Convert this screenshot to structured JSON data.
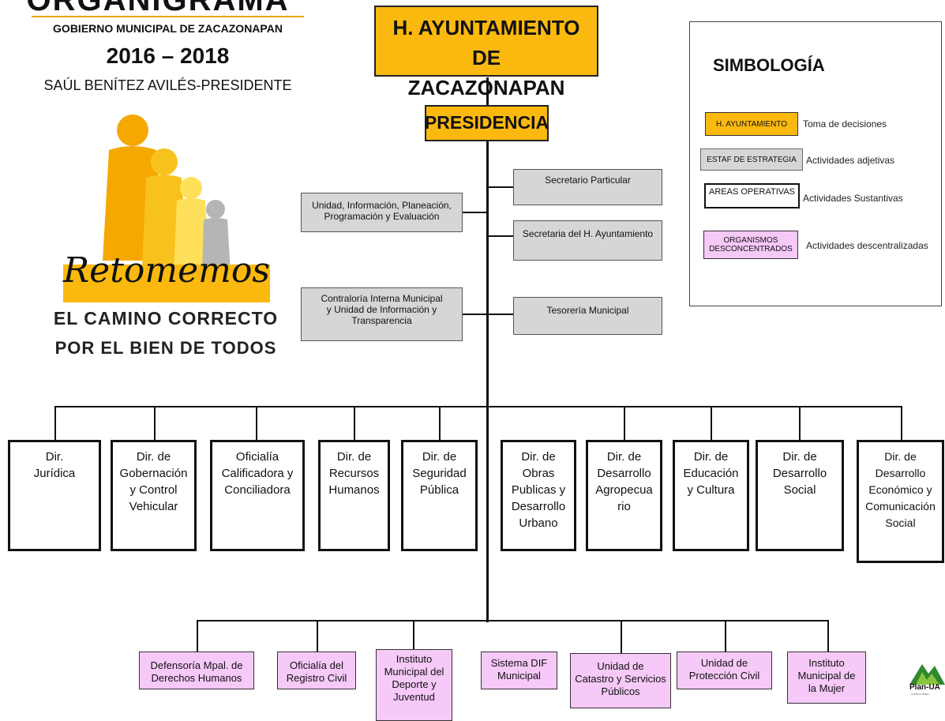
{
  "header": {
    "title": "ORGANIGRAMA",
    "subtitle": "GOBIERNO MUNICIPAL DE ZACAZONAPAN",
    "years": "2016 – 2018",
    "president": "SAÚL BENÍTEZ AVILÉS-PRESIDENTE"
  },
  "logo": {
    "script_text": "Retomemos",
    "line1": "EL CAMINO CORRECTO",
    "line2": "POR EL BIEN DE TODOS"
  },
  "top": {
    "ayuntamiento": "H. AYUNTAMIENTO DE\nZACAZONAPAN",
    "presidencia": "PRESIDENCIA"
  },
  "staff": {
    "secretario_particular": "Secretario Particular",
    "unidad_planeacion": "Unidad, Información, Planeación,\nProgramación y Evaluación",
    "secretaria_ayuntamiento": "Secretaria del H. Ayuntamiento",
    "contraloria": "Contraloría Interna Municipal\ny Unidad de Información y\nTransparencia",
    "tesoreria": "Tesorería Municipal"
  },
  "direcciones": [
    "Dir.\nJurídica",
    "Dir. de\nGobernación\ny Control\nVehicular",
    "Oficialía\nCalificadora y\nConciliadora",
    "Dir. de\nRecursos\nHumanos",
    "Dir. de\nSeguridad\nPública",
    "Dir. de\nObras\nPublicas y\nDesarrollo\nUrbano",
    "Dir. de\nDesarrollo\nAgropecua\nrio",
    "Dir. de\nEducación\ny Cultura",
    "Dir. de\nDesarrollo\nSocial",
    "Dir. de\nDesarrollo\nEconómico y\nComunicación\nSocial"
  ],
  "organismos": [
    "Defensoría Mpal. de\nDerechos Humanos",
    "Oficialía del\nRegistro Civil",
    "Instituto\nMunicipal del\nDeporte y\nJuventud",
    "Sistema DIF\nMunicipal",
    "Unidad de\nCatastro y Servicios\nPúblicos",
    "Unidad de\nProtección Civil",
    "Instituto\nMunicipal de\nla Mujer"
  ],
  "legend": {
    "title": "SIMBOLOGÍA",
    "items": [
      {
        "swatch": "H. AYUNTAMIENTO",
        "text": "Toma de decisiones"
      },
      {
        "swatch": "ESTAF DE ESTRATEGIA",
        "text": "Actividades adjetivas"
      },
      {
        "swatch": "AREAS OPERATIVAS",
        "text": "Actividades Sustantivas"
      },
      {
        "swatch": "ORGANISMOS\nDESCONCENTRADOS",
        "text": "Actividades  descentralizadas"
      }
    ]
  },
  "badge": {
    "text": "Plan-UA",
    "subtext": "CONSULTORES"
  },
  "colors": {
    "orange": "#fbb90f",
    "gray": "#d6d6d6",
    "pink": "#f6c9f8",
    "logo_dark": "#f5a800",
    "logo_light": "#ffe05a"
  }
}
